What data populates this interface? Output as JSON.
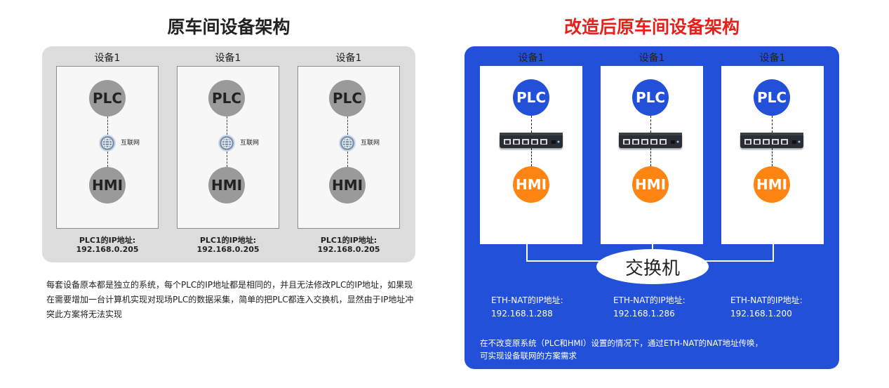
{
  "left": {
    "title": "原车间设备架构",
    "devices": [
      {
        "label": "设备1",
        "top": "PLC",
        "bottom": "HMI",
        "net": "互联网",
        "ip_label": "PLC1的IP地址:",
        "ip": "192.168.0.205"
      },
      {
        "label": "设备1",
        "top": "PLC",
        "bottom": "HMI",
        "net": "互联网",
        "ip_label": "PLC1的IP地址:",
        "ip": "192.168.0.205"
      },
      {
        "label": "设备1",
        "top": "PLC",
        "bottom": "HMI",
        "net": "互联网",
        "ip_label": "PLC1的IP地址:",
        "ip": "192.168.0.205"
      }
    ],
    "description": "每套设备原本都是独立的系统，每个PLC的IP地址都是相同的，并且无法修改PLC的IP地址，如果现在需要增加一台计算机实现对现场PLC的数据采集，简单的把PLC都连入交换机，显然由于IP地址冲突此方案将无法实现"
  },
  "right": {
    "title": "改造后原车间设备架构",
    "devices": [
      {
        "label": "设备1",
        "top": "PLC",
        "bottom": "HMI",
        "eth_label": "ETH-NAT的IP地址:",
        "eth_ip": "192.168.1.288"
      },
      {
        "label": "设备1",
        "top": "PLC",
        "bottom": "HMI",
        "eth_label": "ETH-NAT的IP地址:",
        "eth_ip": "192.168.1.286"
      },
      {
        "label": "设备1",
        "top": "PLC",
        "bottom": "HMI",
        "eth_label": "ETH-NAT的IP地址:",
        "eth_ip": "192.168.1.200"
      }
    ],
    "switch_label": "交换机",
    "note_line1": "在不改变原系统（PLC和HMI）设置的情况下，通过ETH-NAT的NAT地址传唤，",
    "note_line2": "可实现设备联网的方案需求"
  },
  "colors": {
    "accent_red": "#e8201a",
    "panel_blue": "#2350d8",
    "hmi_orange": "#ff8412",
    "grey_node": "#9a9a9a"
  },
  "icons": {
    "network": "globe-icon",
    "switch": "ethernet-switch-icon"
  }
}
